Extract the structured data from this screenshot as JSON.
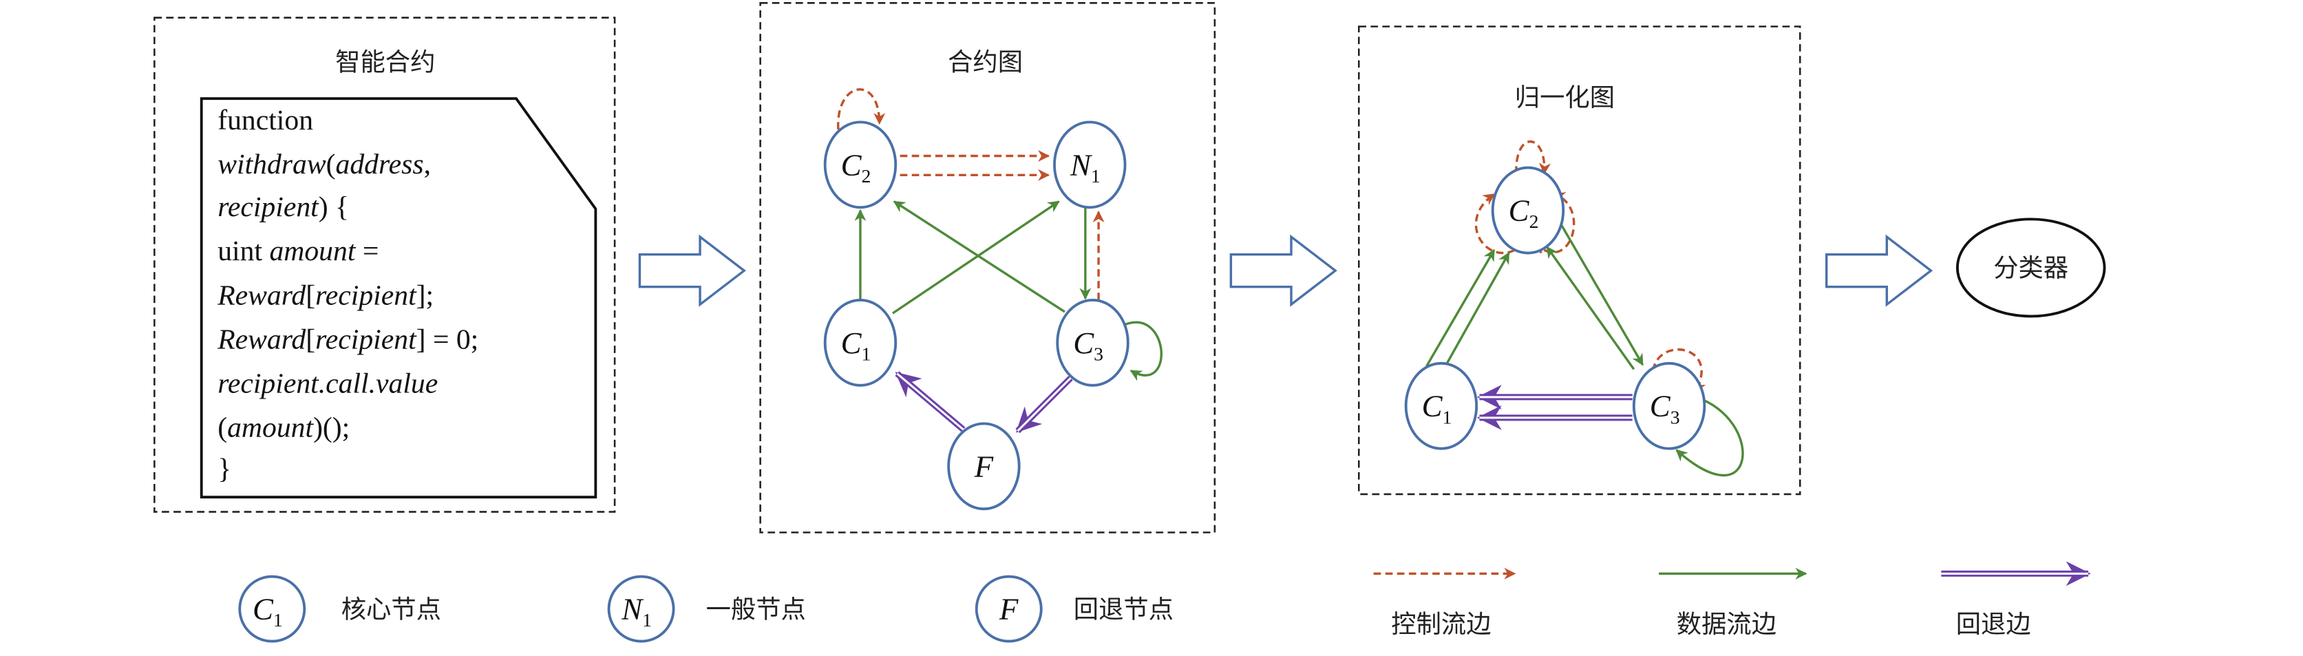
{
  "colors": {
    "node_stroke": "#4a70a8",
    "control_flow": "#c0522a",
    "data_flow": "#4e8a3a",
    "fallback": "#6a40a8",
    "stage_arrow": "#4a70a8"
  },
  "panels": {
    "contract": {
      "title": "智能合约",
      "code_lines": [
        [
          {
            "t": "function",
            "i": false
          }
        ],
        [
          {
            "t": "withdraw",
            "i": true
          },
          {
            "t": "(",
            "i": false
          },
          {
            "t": "address",
            "i": true
          },
          {
            "t": ",",
            "i": false
          }
        ],
        [
          {
            "t": "recipient",
            "i": true
          },
          {
            "t": ") {",
            "i": false
          }
        ],
        [
          {
            "t": "  uint ",
            "i": false
          },
          {
            "t": "amount",
            "i": true
          },
          {
            "t": " =",
            "i": false
          }
        ],
        [
          {
            "t": "Reward",
            "i": true
          },
          {
            "t": "[",
            "i": false
          },
          {
            "t": "recipient",
            "i": true
          },
          {
            "t": "];",
            "i": false
          }
        ],
        [
          {
            "t": "  ",
            "i": false
          },
          {
            "t": "Reward",
            "i": true
          },
          {
            "t": "[",
            "i": false
          },
          {
            "t": "recipient",
            "i": true
          },
          {
            "t": "] = 0;",
            "i": false
          }
        ],
        [
          {
            "t": "  ",
            "i": false
          },
          {
            "t": "recipient.call.value",
            "i": true
          }
        ],
        [
          {
            "t": "(",
            "i": false
          },
          {
            "t": "amount",
            "i": true
          },
          {
            "t": ")();",
            "i": false
          }
        ],
        [
          {
            "t": "}",
            "i": false
          }
        ]
      ]
    },
    "contract_graph": {
      "title": "合约图",
      "nodes": [
        {
          "id": "C2",
          "main": "C",
          "sub": "2"
        },
        {
          "id": "N1",
          "main": "N",
          "sub": "1"
        },
        {
          "id": "C1",
          "main": "C",
          "sub": "1"
        },
        {
          "id": "C3",
          "main": "C",
          "sub": "3"
        },
        {
          "id": "F",
          "main": "F",
          "sub": ""
        }
      ]
    },
    "normalized_graph": {
      "title": "归一化图",
      "nodes": [
        {
          "id": "C2",
          "main": "C",
          "sub": "2"
        },
        {
          "id": "C1",
          "main": "C",
          "sub": "1"
        },
        {
          "id": "C3",
          "main": "C",
          "sub": "3"
        }
      ]
    },
    "classifier": {
      "label": "分类器"
    }
  },
  "legend": {
    "nodes": [
      {
        "main": "C",
        "sub": "1",
        "label": "核心节点"
      },
      {
        "main": "N",
        "sub": "1",
        "label": "一般节点"
      },
      {
        "main": "F",
        "sub": "",
        "label": "回退节点"
      }
    ],
    "edges": [
      {
        "type": "control",
        "label": "控制流边"
      },
      {
        "type": "data",
        "label": "数据流边"
      },
      {
        "type": "fallback",
        "label": "回退边"
      }
    ]
  }
}
